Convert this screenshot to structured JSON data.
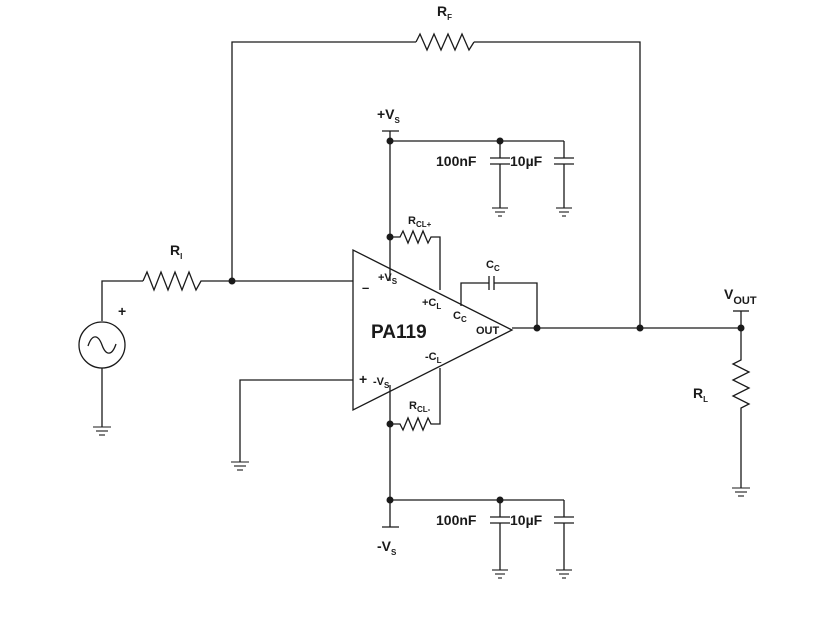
{
  "diagram": {
    "feedback_resistor": {
      "main": "R",
      "sub": "F"
    },
    "input_resistor": {
      "main": "R",
      "sub": "I"
    },
    "load_resistor": {
      "main": "R",
      "sub": "L"
    },
    "supply_pos": {
      "main": "+V",
      "sub": "S"
    },
    "supply_neg": {
      "main": "-V",
      "sub": "S"
    },
    "top_cap_small": "100nF",
    "top_cap_large": "10µF",
    "bottom_cap_small": "100nF",
    "bottom_cap_large": "10µF",
    "rcl_pos": {
      "main": "R",
      "sub": "CL+"
    },
    "rcl_neg": {
      "main": "R",
      "sub": "CL-"
    },
    "comp_cap_label": {
      "main": "C",
      "sub": "C"
    },
    "comp_cap_pin": {
      "main": "C",
      "sub": "C"
    },
    "vout_label": {
      "main": "V",
      "sub": "OUT"
    },
    "source_plus": "+",
    "opamp": {
      "name": "PA119",
      "inverting_symbol": "–",
      "noninverting_symbol": "+",
      "pin_vs_pos": {
        "main": "+V",
        "sub": "S"
      },
      "pin_vs_neg": {
        "main": "-V",
        "sub": "S"
      },
      "pin_cl_pos": {
        "main": "+C",
        "sub": "L"
      },
      "pin_cl_neg": {
        "main": "-C",
        "sub": "L"
      },
      "pin_out": "OUT"
    }
  }
}
